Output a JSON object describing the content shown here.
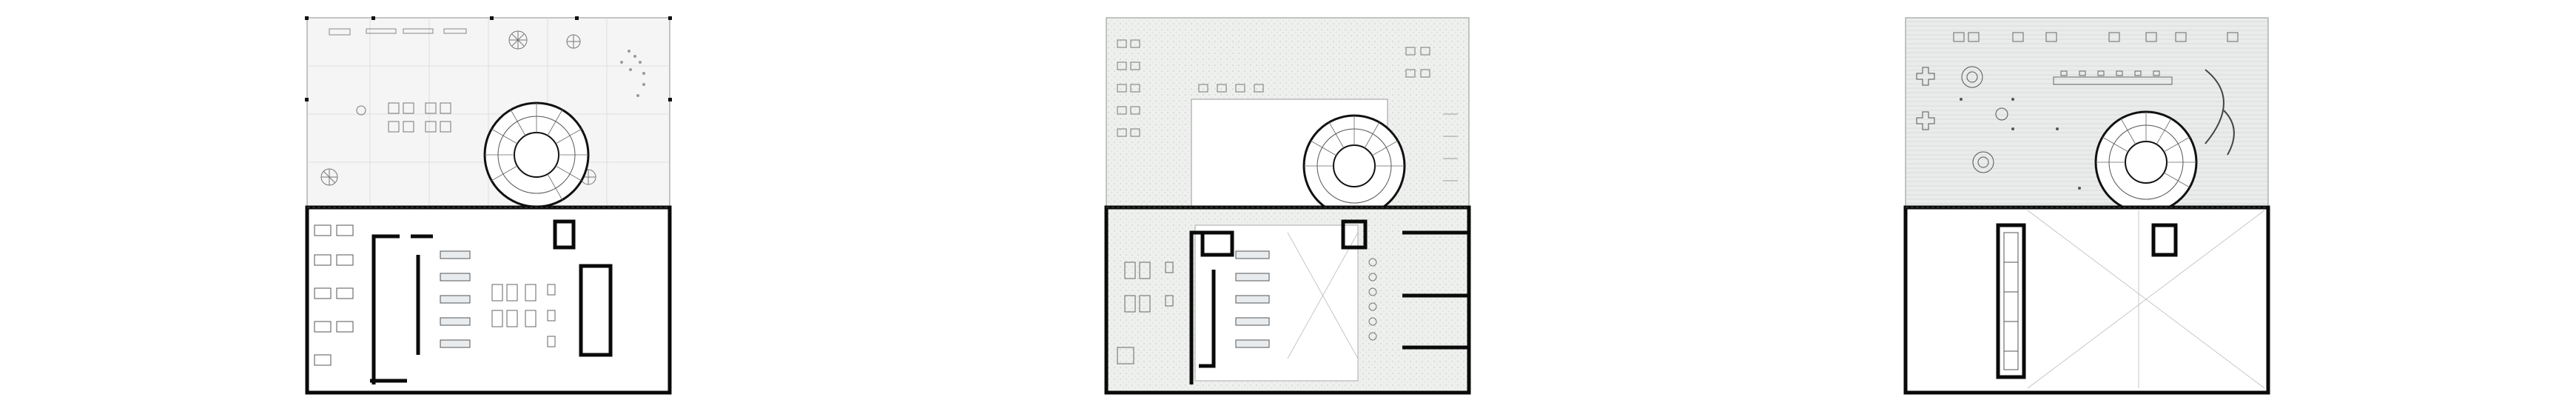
{
  "figure": {
    "panels": [
      {
        "id": "plan-1",
        "legend": ""
      },
      {
        "id": "plan-2",
        "legend": ""
      },
      {
        "id": "plan-3",
        "legend": ""
      }
    ],
    "colors": {
      "wall": "#0a0a0a",
      "thin_line": "#9a9a9a",
      "pale_fill": "#eef0ee",
      "hatch_fill": "#e6e9e6",
      "paper": "#ffffff"
    },
    "icons": [
      "tree-icon",
      "chair-icon",
      "table-icon",
      "spiral-stair-icon",
      "column-icon",
      "planter-icon"
    ]
  }
}
